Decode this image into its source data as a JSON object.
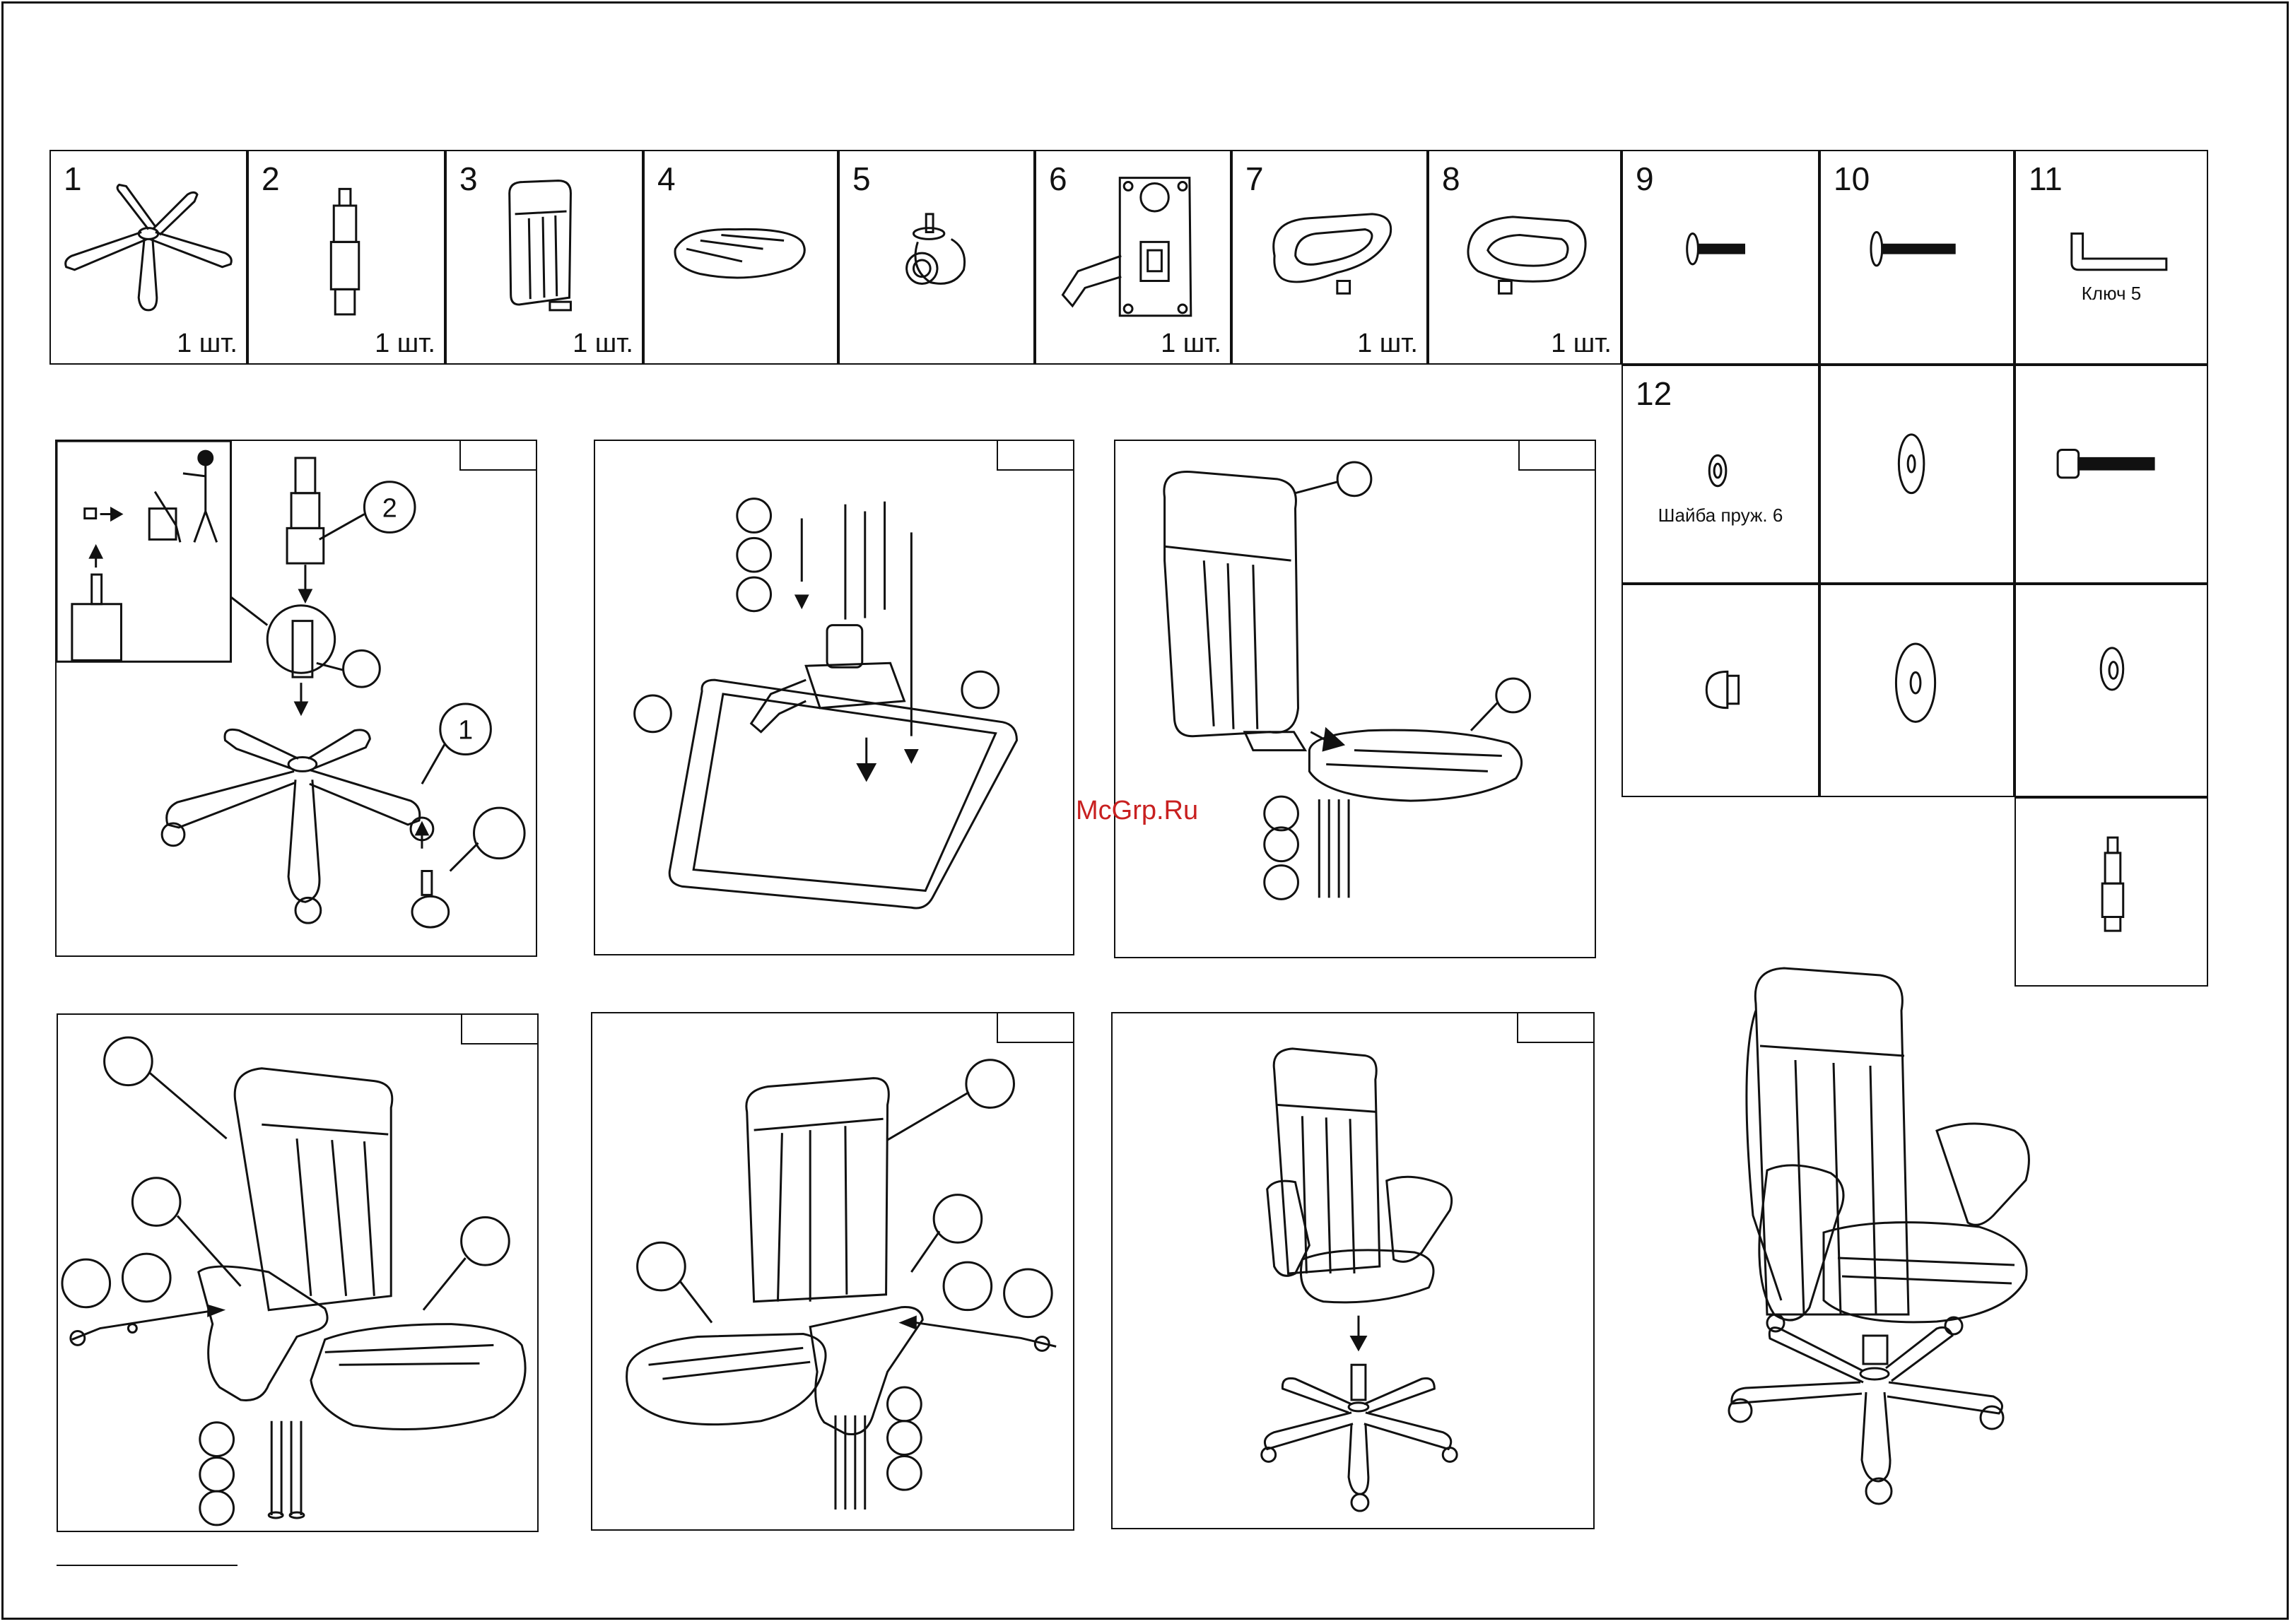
{
  "parts": [
    {
      "num": "1",
      "qty": "1  шт.",
      "icon": "star-base-icon"
    },
    {
      "num": "2",
      "qty": "1  шт.",
      "icon": "gas-lift-icon"
    },
    {
      "num": "3",
      "qty": "1  шт.",
      "icon": "backrest-icon"
    },
    {
      "num": "4",
      "qty": "",
      "icon": "seat-cushion-icon"
    },
    {
      "num": "5",
      "qty": "",
      "icon": "caster-icon"
    },
    {
      "num": "6",
      "qty": "1  шт.",
      "icon": "tilt-mechanism-icon"
    },
    {
      "num": "7",
      "qty": "1  шт.",
      "icon": "armrest-left-icon"
    },
    {
      "num": "8",
      "qty": "1  шт.",
      "icon": "armrest-right-icon"
    },
    {
      "num": "9",
      "qty": "",
      "icon": "long-bolt-icon"
    },
    {
      "num": "10",
      "qty": "",
      "icon": "long-bolt-icon"
    },
    {
      "num": "11",
      "qty": "",
      "caption": "Ключ 5",
      "icon": "allen-key-icon"
    },
    {
      "num": "12",
      "qty": "",
      "caption": "Шайба пруж. 6",
      "icon": "spring-washer-icon"
    }
  ],
  "step1": {
    "callout_1": "1",
    "callout_2": "2"
  },
  "watermark": "McGrp.Ru"
}
